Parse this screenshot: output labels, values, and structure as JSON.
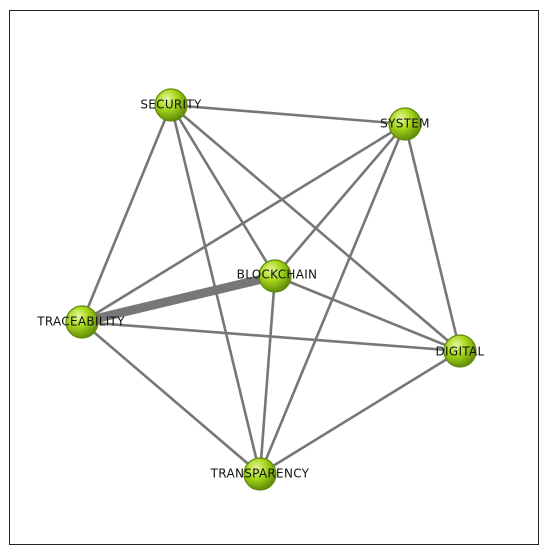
{
  "network": {
    "nodes": [
      {
        "id": "security",
        "label": "SECURITY"
      },
      {
        "id": "system",
        "label": "SYSTEM"
      },
      {
        "id": "blockchain",
        "label": "BLOCKCHAIN"
      },
      {
        "id": "traceability",
        "label": "TRACEABILITY"
      },
      {
        "id": "digital",
        "label": "DIGITAL"
      },
      {
        "id": "transparency",
        "label": "TRANSPARENCY"
      }
    ],
    "edges": [
      {
        "source": "security",
        "target": "system",
        "weight": 1
      },
      {
        "source": "security",
        "target": "traceability",
        "weight": 1
      },
      {
        "source": "security",
        "target": "blockchain",
        "weight": 1
      },
      {
        "source": "security",
        "target": "digital",
        "weight": 1
      },
      {
        "source": "security",
        "target": "transparency",
        "weight": 1
      },
      {
        "source": "system",
        "target": "traceability",
        "weight": 1
      },
      {
        "source": "system",
        "target": "blockchain",
        "weight": 1
      },
      {
        "source": "system",
        "target": "digital",
        "weight": 1
      },
      {
        "source": "system",
        "target": "transparency",
        "weight": 1
      },
      {
        "source": "blockchain",
        "target": "traceability",
        "weight": 4
      },
      {
        "source": "blockchain",
        "target": "digital",
        "weight": 1
      },
      {
        "source": "blockchain",
        "target": "transparency",
        "weight": 1
      },
      {
        "source": "traceability",
        "target": "digital",
        "weight": 1
      },
      {
        "source": "traceability",
        "target": "transparency",
        "weight": 1
      },
      {
        "source": "digital",
        "target": "transparency",
        "weight": 1
      }
    ],
    "colors": {
      "node_fill": "#9acd1a",
      "node_stroke": "#5f8a08",
      "edge": "#777777"
    }
  }
}
